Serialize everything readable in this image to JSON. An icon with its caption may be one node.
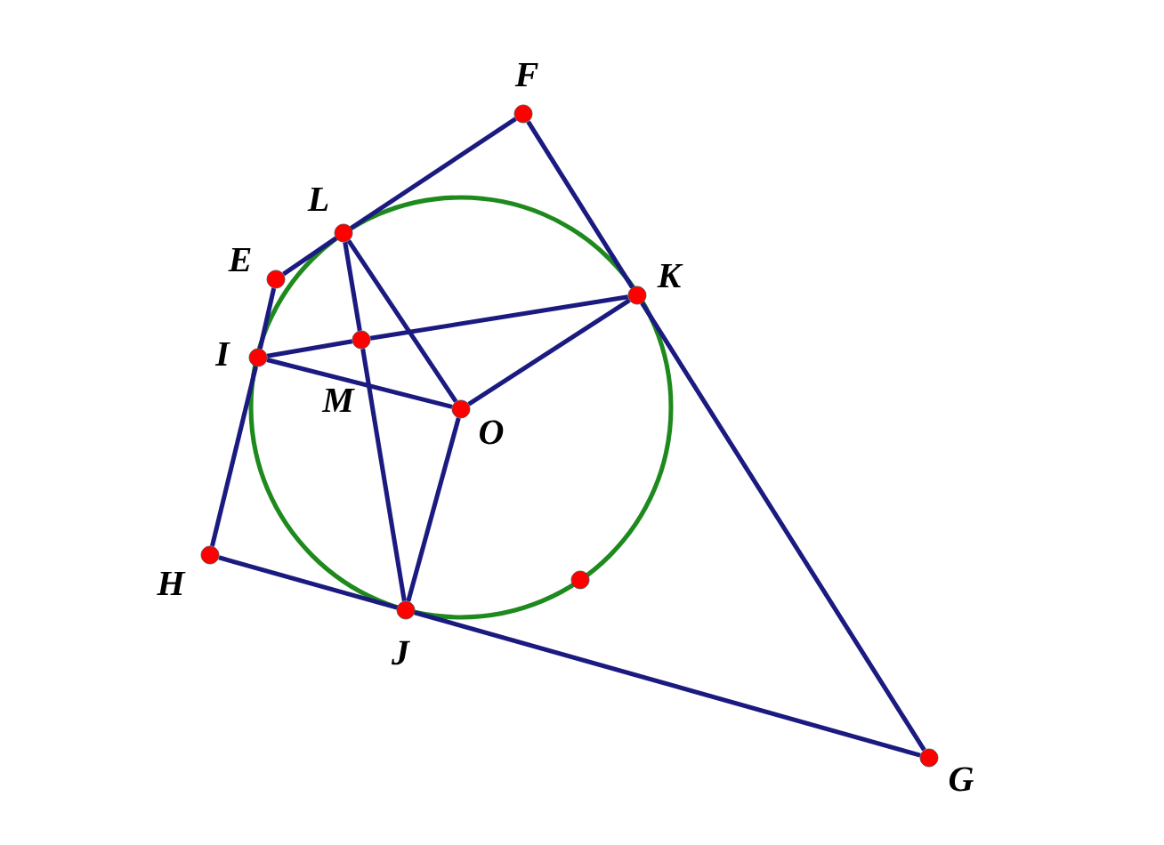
{
  "diagram": {
    "nodes": [
      {
        "text": [
          "F"
        ]
      },
      {
        "text": [
          "L"
        ]
      },
      {
        "text": [
          "E"
        ]
      },
      {
        "text": [
          "K"
        ]
      },
      {
        "text": [
          "I"
        ]
      },
      {
        "text": [
          "M"
        ]
      },
      {
        "text": [
          "O"
        ]
      },
      {
        "text": [
          "H"
        ]
      },
      {
        "text": [
          "J"
        ]
      },
      {
        "text": [],
        "shape": "circle"
      },
      {
        "text": [
          "G"
        ]
      }
    ],
    "edges": [
      {
        "from": 2,
        "to": 1,
        "arrow": "none"
      },
      {
        "from": 1,
        "to": 0,
        "arrow": "none"
      },
      {
        "from": 0,
        "to": 3,
        "arrow": "none"
      },
      {
        "from": 3,
        "to": 10,
        "arrow": "none"
      },
      {
        "from": 10,
        "to": 8,
        "arrow": "none"
      },
      {
        "from": 8,
        "to": 7,
        "arrow": "none"
      },
      {
        "from": 7,
        "to": 4,
        "arrow": "none"
      },
      {
        "from": 4,
        "to": 2,
        "arrow": "none"
      },
      {
        "from": 4,
        "to": 5,
        "arrow": "none"
      },
      {
        "from": 5,
        "to": 3,
        "arrow": "none"
      },
      {
        "from": 1,
        "to": 5,
        "arrow": "none"
      },
      {
        "from": 5,
        "to": 8,
        "arrow": "none"
      },
      {
        "from": 1,
        "to": 6,
        "arrow": "none"
      },
      {
        "from": 4,
        "to": 6,
        "arrow": "none"
      },
      {
        "from": 3,
        "to": 6,
        "arrow": "none"
      },
      {
        "from": 8,
        "to": 6,
        "arrow": "none"
      }
    ]
  }
}
